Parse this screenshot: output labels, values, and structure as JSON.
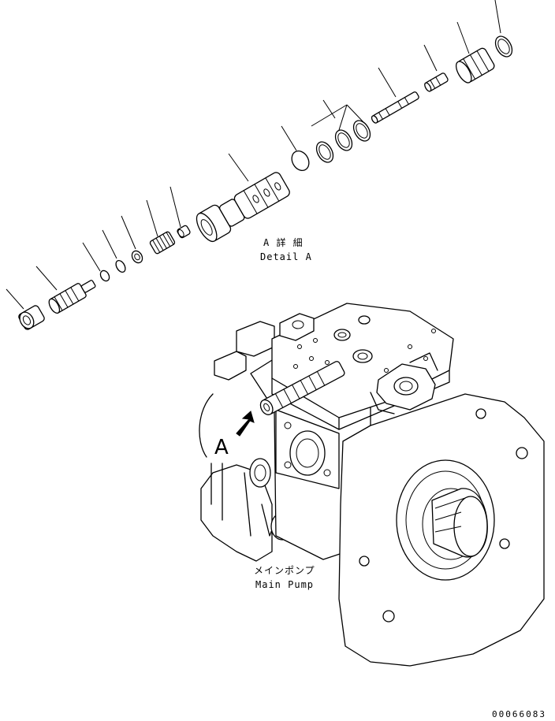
{
  "detail": {
    "title_jp": "A 詳 細",
    "title_en": "Detail A",
    "view_letter": "A"
  },
  "main_pump": {
    "label_jp": "メインポンプ",
    "label_en": "Main Pump"
  },
  "drawing_number": "00066083"
}
